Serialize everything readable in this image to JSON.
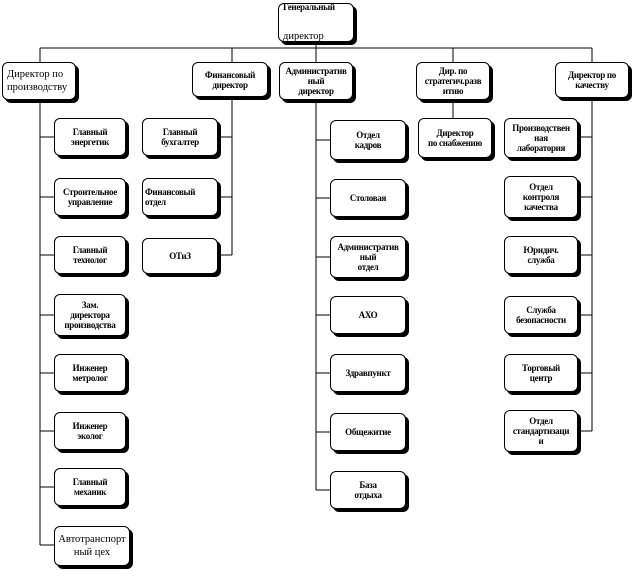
{
  "root": {
    "line1": "Генеральный",
    "line2": "директор"
  },
  "directors": {
    "production": "Директор по\nпроизводству",
    "finance": "Финансовый\nдиректор",
    "admin": "Административ\nный\nдиректор",
    "strategy": "Дир. по\nстратегич.разв\nитию",
    "quality": "Директор по\nкачеству"
  },
  "production_units": [
    "Главный\nэнергетик",
    "Строительное\nуправление",
    "Главный\nтехнолог",
    "Зам.\nдиректора\nпроизводства",
    "Инженер\nметролог",
    "Инженер\nэколог",
    "Главный\nмеханик",
    "Автотранспорт\nный цех"
  ],
  "finance_units": [
    "Главный\nбухгалтер",
    "Финансовый\nотдел",
    "ОТиЗ"
  ],
  "admin_units": [
    "Отдел\nкадров",
    "Столовая",
    "Административ\nный\nотдел",
    "АХО",
    "Здравпункт",
    "Общежитие",
    "База\nотдыха"
  ],
  "strategy_units": [
    "Директор\nпо снабжению"
  ],
  "quality_units": [
    "Производствен\nная\nлаборатория",
    "Отдел\nконтроля\nкачества",
    "Юридич.\nслужба",
    "Служба\nбезопасности",
    "Торговый\nцентр",
    "Отдел\nстандартизаци\nи"
  ]
}
